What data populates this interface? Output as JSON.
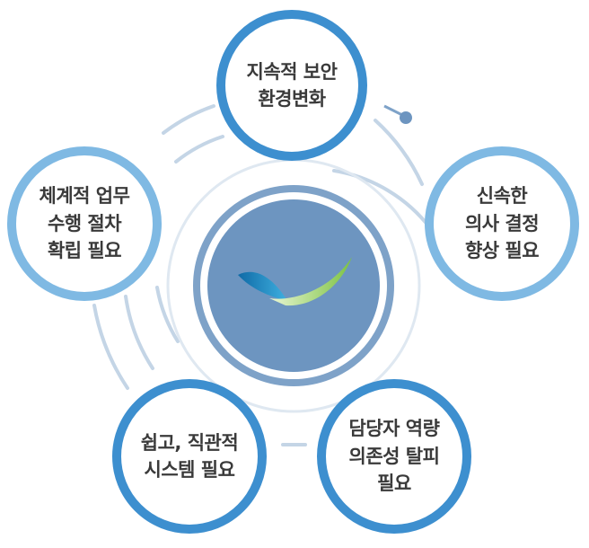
{
  "colors": {
    "dark_ring": "#3d8fcf",
    "light_ring": "#7fb9e3",
    "guide_arc": "#c4d5e6",
    "center_fill": "#6d95c0",
    "center_ring": "#7ea2c8",
    "logo_blue": "#1a8fc7",
    "logo_green": "#7cc242",
    "text": "#3a3a3a"
  },
  "center": {
    "icon": "ribbon-logo-icon"
  },
  "nodes": [
    {
      "id": "top",
      "ring": "dark",
      "lines": [
        "지속적 보안",
        "환경변화"
      ]
    },
    {
      "id": "right",
      "ring": "light",
      "lines": [
        "신속한",
        "의사 결정",
        "향상 필요"
      ]
    },
    {
      "id": "bottom-right",
      "ring": "dark",
      "lines": [
        "담당자 역량",
        "의존성 탈피",
        "필요"
      ]
    },
    {
      "id": "bottom-left",
      "ring": "dark",
      "lines": [
        "쉽고, 직관적",
        "시스템 필요"
      ]
    },
    {
      "id": "left",
      "ring": "light",
      "lines": [
        "체계적 업무",
        "수행 절차",
        "확립 필요"
      ]
    }
  ]
}
